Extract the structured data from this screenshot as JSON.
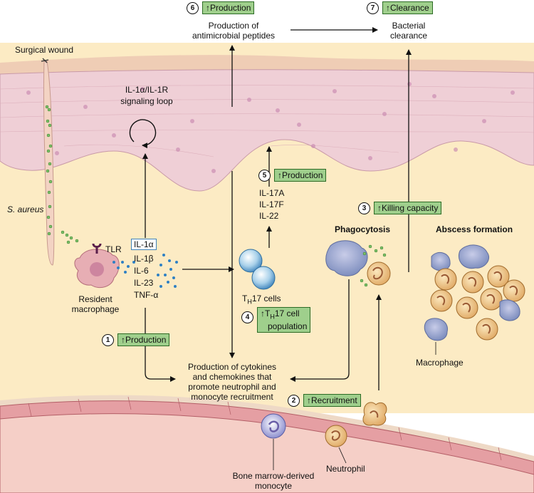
{
  "labels": {
    "surgical_wound": "Surgical wound",
    "s_aureus": "S. aureus",
    "tlr": "TLR",
    "resident_macrophage": [
      "Resident",
      "macrophage"
    ],
    "il1_loop": [
      "IL-1α/IL-1R",
      "signaling loop"
    ],
    "cytokines": [
      "IL-1α",
      "IL-1β",
      "IL-6",
      "IL-23",
      "TNF-α"
    ],
    "th17_cytokines": [
      "IL-17A",
      "IL-17F",
      "IL-22"
    ],
    "th17_cells": "TH17 cells",
    "phagocytosis": "Phagocytosis",
    "abscess_formation": "Abscess formation",
    "macrophage": "Macrophage",
    "antimicrobial": [
      "Production of",
      "antimicrobial peptides"
    ],
    "bacterial_clearance": [
      "Bacterial",
      "clearance"
    ],
    "production_cytokines": [
      "Production of cytokines",
      "and chemokines that",
      "promote neutrophil and",
      "monocyte recruitment"
    ],
    "bm_monocyte": [
      "Bone marrow-derived",
      "monocyte"
    ],
    "neutrophil": "Neutrophil"
  },
  "steps": [
    {
      "num": "1",
      "text": "Production"
    },
    {
      "num": "2",
      "text": "Recruitment"
    },
    {
      "num": "3",
      "text": "Killing capacity"
    },
    {
      "num": "4",
      "text": [
        "TH17 cell",
        "population"
      ]
    },
    {
      "num": "5",
      "text": "Production"
    },
    {
      "num": "6",
      "text": "Production"
    },
    {
      "num": "7",
      "text": "Clearance"
    }
  ],
  "colors": {
    "skin_top": "#efd0b8",
    "epidermis": "#efcfd6",
    "dermis": "#fcebc4",
    "vessel": "#e59fa3",
    "badge": "#9fcf8c",
    "cytokine_dot": "#2f80c4"
  }
}
